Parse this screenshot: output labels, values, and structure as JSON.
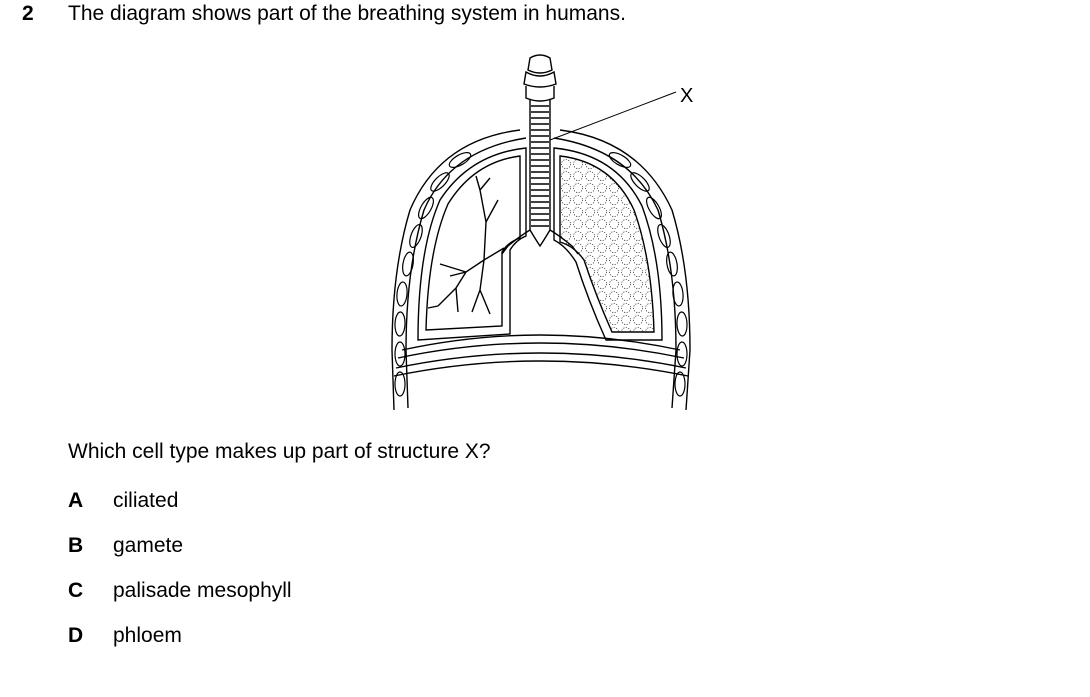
{
  "question": {
    "number": "2",
    "text": "The diagram shows part of the breathing system in humans.",
    "prompt": "Which cell type makes up part of structure X?"
  },
  "diagram": {
    "label_x": "X"
  },
  "options": [
    {
      "letter": "A",
      "text": "ciliated"
    },
    {
      "letter": "B",
      "text": "gamete"
    },
    {
      "letter": "C",
      "text": "palisade mesophyll"
    },
    {
      "letter": "D",
      "text": "phloem"
    }
  ]
}
